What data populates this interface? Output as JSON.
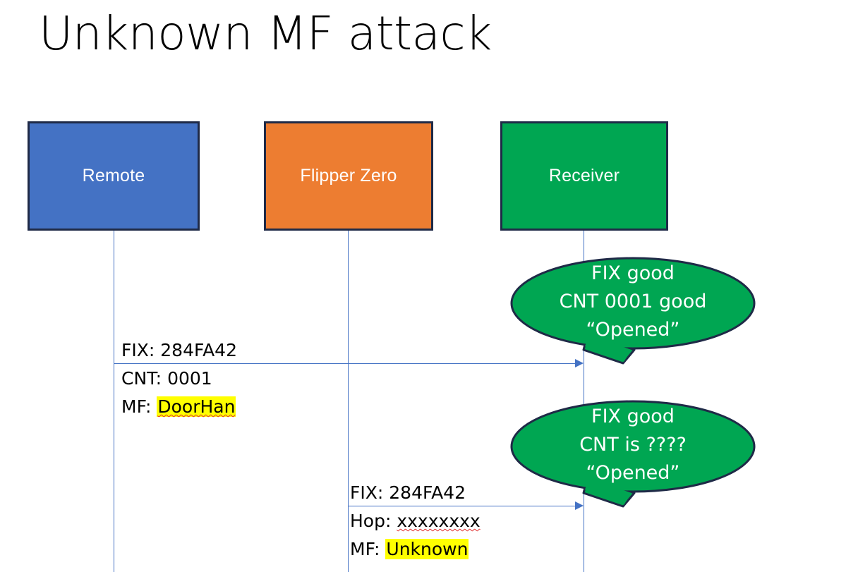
{
  "slide": {
    "title": "Unknown MF attack",
    "background": "#ffffff"
  },
  "colors": {
    "remote_fill": "#4472c4",
    "flipper_fill": "#ed7d31",
    "receiver_fill": "#00a652",
    "box_border": "#1f2a47",
    "lifeline": "#4472c4",
    "arrow": "#4472c4",
    "bubble_fill": "#00a652",
    "bubble_border": "#1f2a47",
    "highlight": "#ffff00",
    "spellcheck_underline": "#e03030",
    "text_dark": "#000000",
    "text_light": "#ffffff"
  },
  "actors": [
    {
      "id": "remote",
      "label": "Remote",
      "fill": "#4472c4"
    },
    {
      "id": "flipper",
      "label": "Flipper Zero",
      "fill": "#ed7d31"
    },
    {
      "id": "receiver",
      "label": "Receiver",
      "fill": "#00a652"
    }
  ],
  "messages": [
    {
      "id": "remote-to-receiver",
      "from": "remote",
      "to": "receiver",
      "lines": [
        {
          "label": "FIX:",
          "value": "284FA42",
          "highlight": false,
          "spellcheck_error": false
        },
        {
          "label": "CNT:",
          "value": "0001",
          "highlight": false,
          "spellcheck_error": false
        },
        {
          "label": "MF:",
          "value": "DoorHan",
          "highlight": true,
          "spellcheck_error": true
        }
      ]
    },
    {
      "id": "flipper-to-receiver",
      "from": "flipper",
      "to": "receiver",
      "lines": [
        {
          "label": "FIX:",
          "value": "284FA42",
          "highlight": false,
          "spellcheck_error": false
        },
        {
          "label": "Hop:",
          "value": "xxxxxxxx",
          "highlight": false,
          "spellcheck_error": true
        },
        {
          "label": "MF:",
          "value": "Unknown",
          "highlight": true,
          "spellcheck_error": false
        }
      ]
    }
  ],
  "callouts": [
    {
      "id": "callout-first",
      "attached_to": "remote-to-receiver",
      "lines": [
        "FIX good",
        "CNT 0001 good",
        "“Opened”"
      ]
    },
    {
      "id": "callout-second",
      "attached_to": "flipper-to-receiver",
      "lines": [
        "FIX good",
        "CNT is ????",
        "“Opened”"
      ]
    }
  ]
}
